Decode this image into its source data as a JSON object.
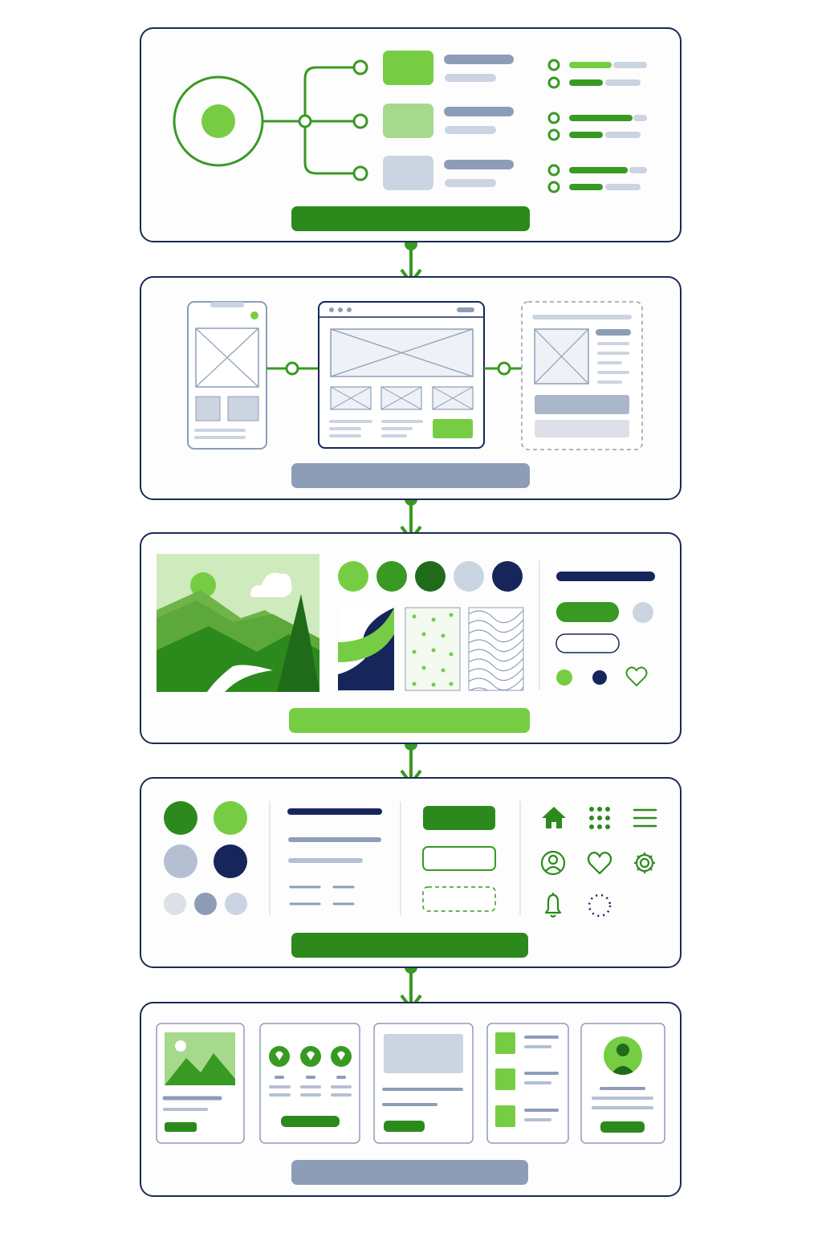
{
  "colors": {
    "green_bright": "#76cd43",
    "green_mid": "#389a22",
    "green_dark": "#2c8a1c",
    "green_deep": "#1f6b1a",
    "green_light": "#a6d98b",
    "green_pale": "#cfeabd",
    "navy": "#17265a",
    "slate": "#8d9db7",
    "slate_light": "#cbd4e1",
    "gray_light": "#dde1e7",
    "outline": "#1c2a57",
    "panel_bg": "#fdfdfd"
  },
  "stages": [
    {
      "id": "structure",
      "footer_bar": "green_dark",
      "icon": "flow-tree-icon"
    },
    {
      "id": "wireframes",
      "footer_bar": "slate",
      "icon": "wireframe-icon"
    },
    {
      "id": "visual-style",
      "footer_bar": "green_bright",
      "icon": "moodboard-icon"
    },
    {
      "id": "design-system",
      "footer_bar": "green_dark",
      "icon": "components-icon"
    },
    {
      "id": "final-screens",
      "footer_bar": "slate",
      "icon": "cards-icon"
    }
  ],
  "connectors": [
    {
      "from": "structure",
      "to": "wireframes",
      "icon": "arrow-down-icon"
    },
    {
      "from": "wireframes",
      "to": "visual-style",
      "icon": "arrow-down-icon"
    },
    {
      "from": "visual-style",
      "to": "design-system",
      "icon": "arrow-down-icon"
    },
    {
      "from": "design-system",
      "to": "final-screens",
      "icon": "arrow-down-icon"
    }
  ],
  "icons": [
    "home-icon",
    "grid-icon",
    "menu-icon",
    "user-icon",
    "heart-icon",
    "gear-icon",
    "bell-icon",
    "loading-icon"
  ]
}
